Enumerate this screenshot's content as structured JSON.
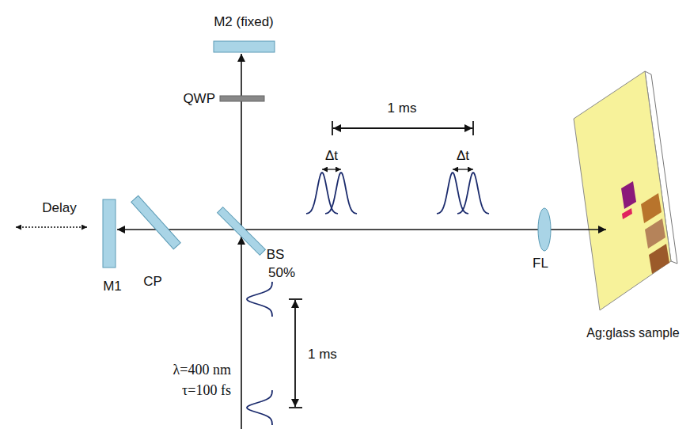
{
  "diagram": {
    "labels": [
      "M2 (fixed)",
      "QWP",
      "1 ms",
      "Δt",
      "Δt",
      "Delay",
      "M1",
      "CP",
      "BS",
      "50%",
      "FL",
      "Ag:glass sample",
      "λ=400 nm",
      "τ=100 fs",
      "1 ms"
    ]
  }
}
